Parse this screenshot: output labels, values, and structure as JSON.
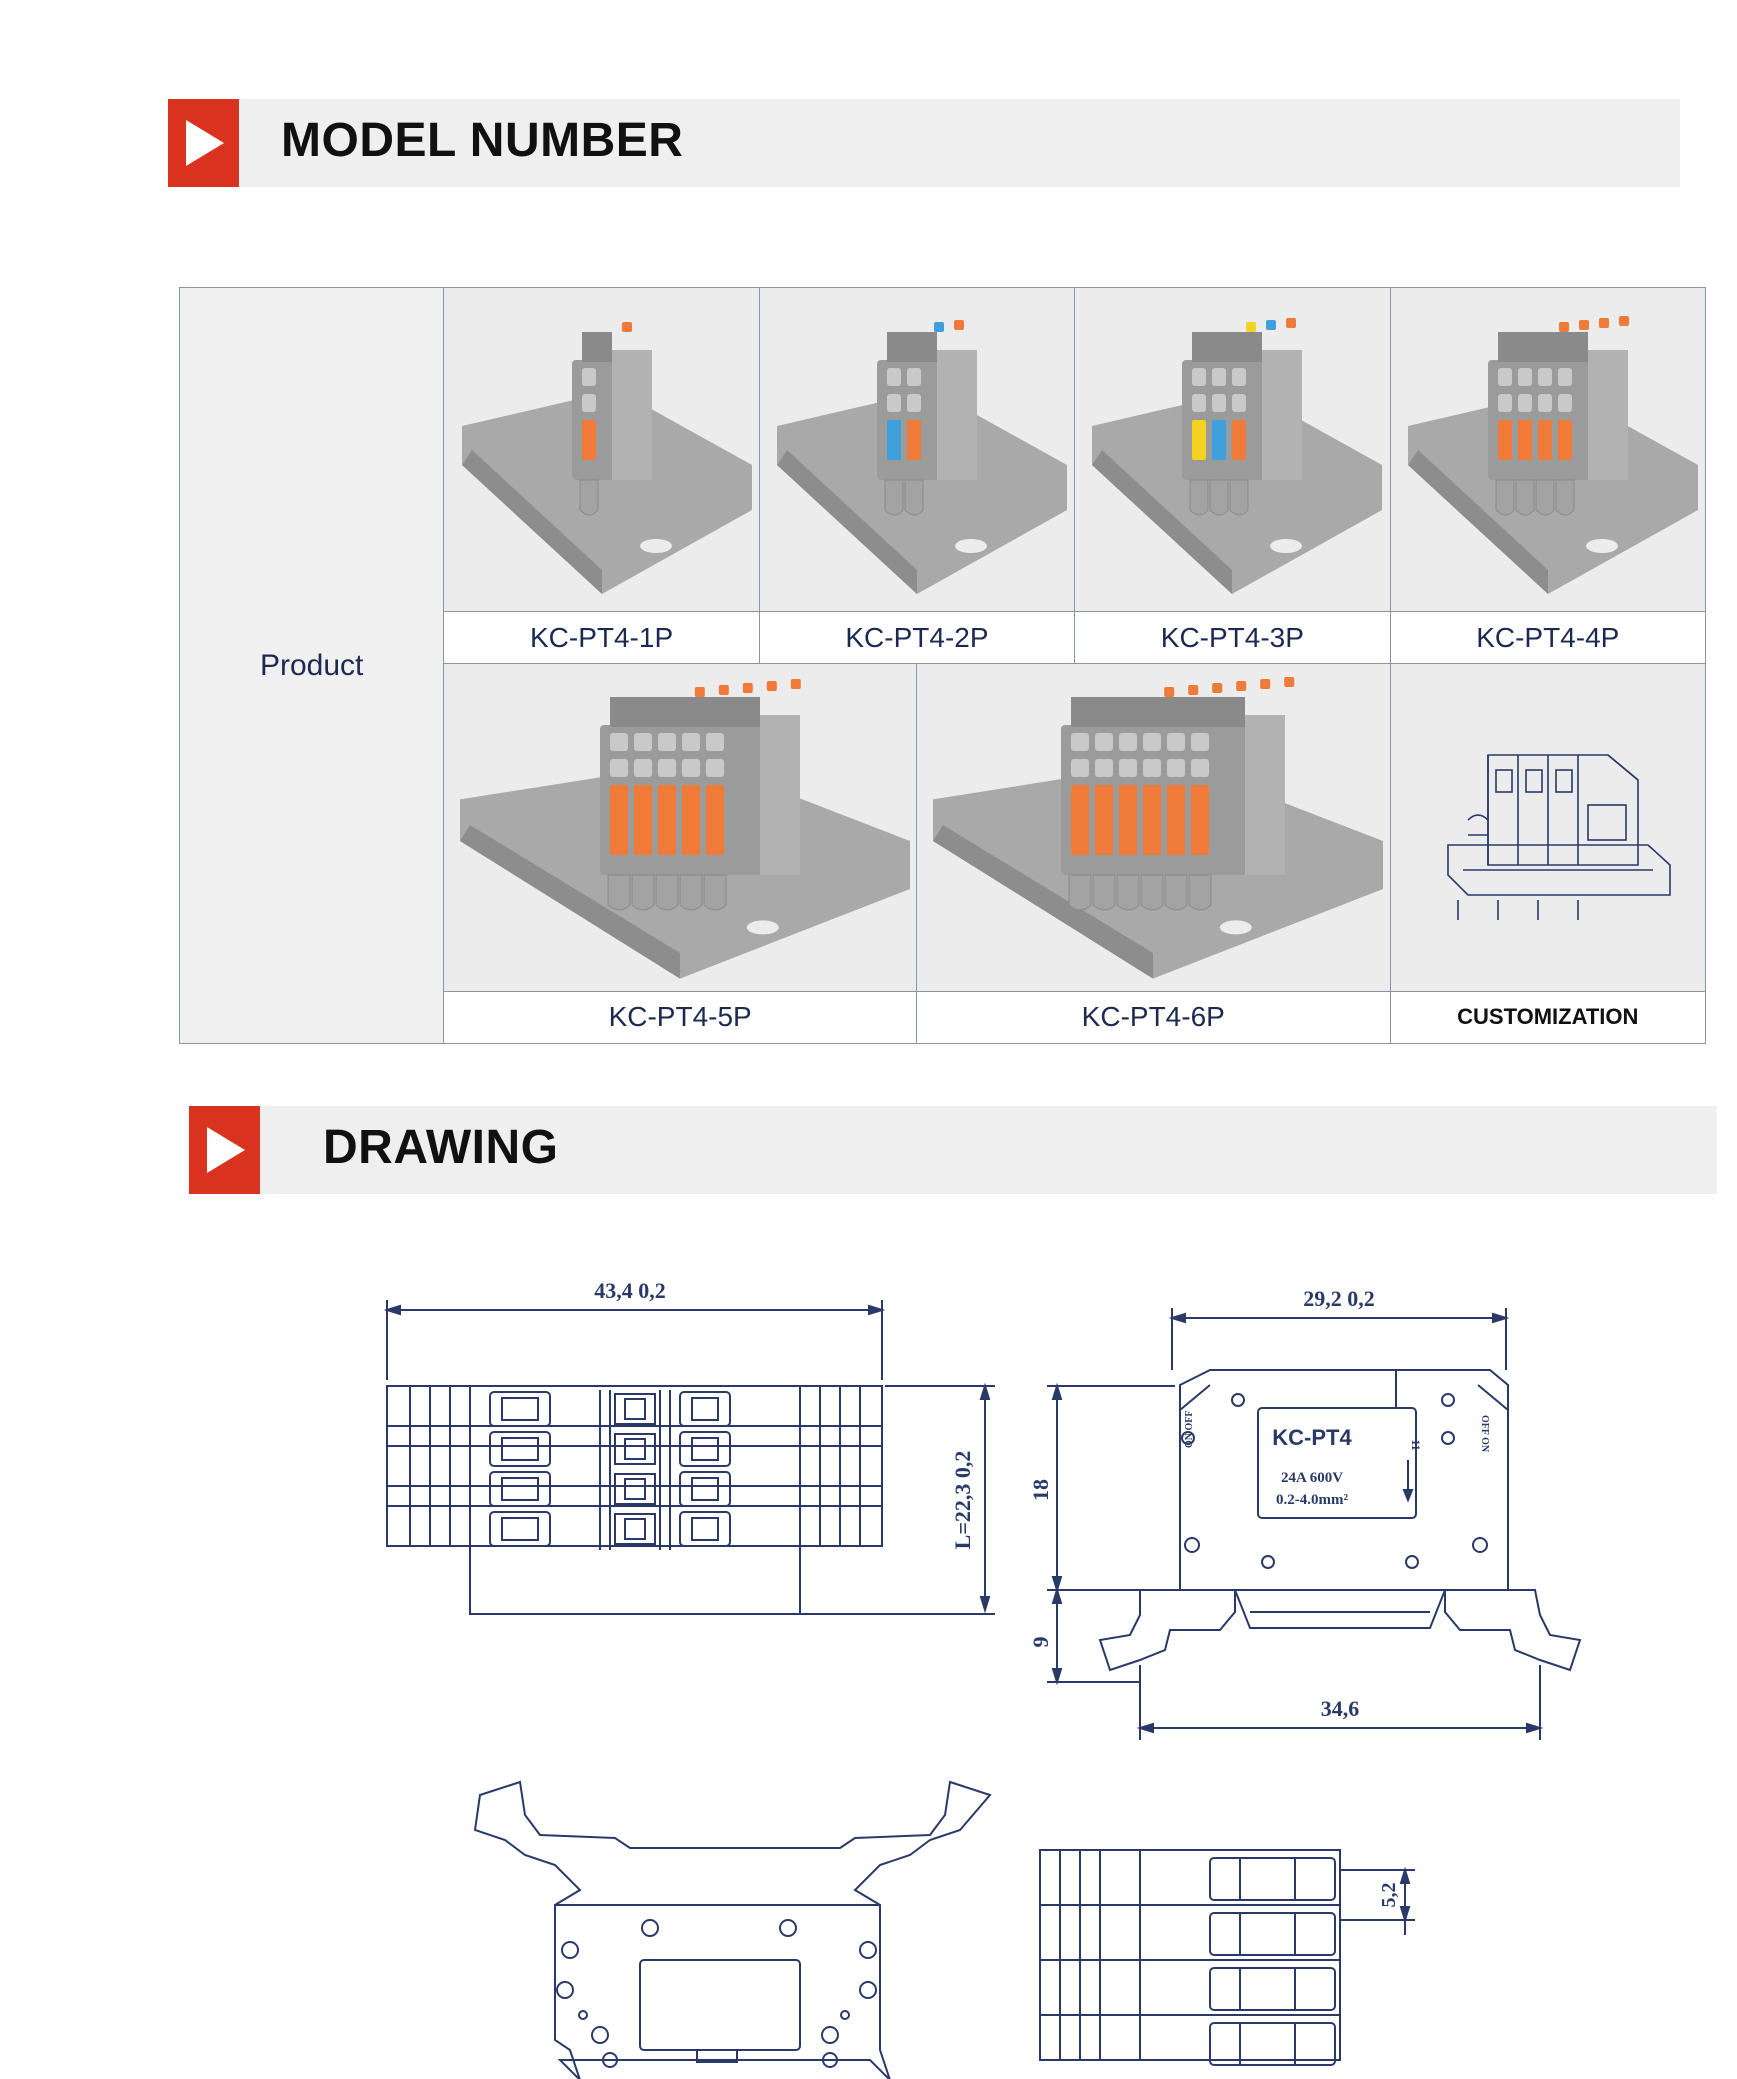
{
  "sections": {
    "model_number": "MODEL NUMBER",
    "drawing": "DRAWING"
  },
  "table": {
    "row_header": "Product",
    "row1": [
      {
        "label": "KC-PT4-1P",
        "poles": 1,
        "tabs": [
          "#f07b38"
        ]
      },
      {
        "label": "KC-PT4-2P",
        "poles": 2,
        "tabs": [
          "#3f9fdc",
          "#f07b38"
        ]
      },
      {
        "label": "KC-PT4-3P",
        "poles": 3,
        "tabs": [
          "#f2d420",
          "#3f9fdc",
          "#f07b38"
        ]
      },
      {
        "label": "KC-PT4-4P",
        "poles": 4,
        "tabs": [
          "#f07b38",
          "#f07b38",
          "#f07b38",
          "#f07b38"
        ]
      }
    ],
    "row2": [
      {
        "label": "KC-PT4-5P",
        "poles": 5
      },
      {
        "label": "KC-PT4-6P",
        "poles": 6
      },
      {
        "label": "CUSTOMIZATION"
      }
    ]
  },
  "drawing": {
    "dim_top_width": "43,4   0,2",
    "dim_side_length": "L=22,3   0,2",
    "dim_front_width": "29,2   0,2",
    "dim_height_18": "18",
    "dim_height_9": "9",
    "dim_rail_width": "34,6",
    "dim_pitch": "5,2",
    "label_model": "KC-PT4",
    "label_rating": "24A  600V",
    "label_wire": "0.2-4.0mm²",
    "label_on_off_left": "ON OFF",
    "label_on_off_right": "OFF ON",
    "label_number": "11"
  },
  "colors": {
    "accent_red": "#d9321e",
    "bar_grey": "#efefef",
    "text_navy": "#1c2a52",
    "line_navy": "#2a3a68",
    "lever_orange": "#f07b38"
  }
}
